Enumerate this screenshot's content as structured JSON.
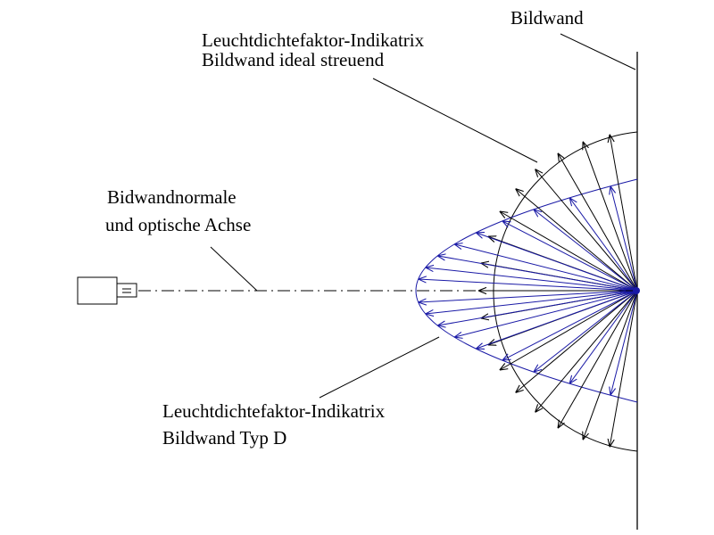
{
  "labels": {
    "screen": "Bildwand",
    "ideal_title": "Leuchtdichtefaktor-Indikatrix",
    "ideal_sub": "Bildwand ideal streuend",
    "axis_line1": "Bidwandnormale",
    "axis_line2": "und optische Achse",
    "typd_title": "Leuchtdichtefaktor-Indikatrix",
    "typd_sub": "Bildwand Typ D"
  },
  "colors": {
    "ink": "#000000",
    "blue": "#1a1aa6"
  }
}
